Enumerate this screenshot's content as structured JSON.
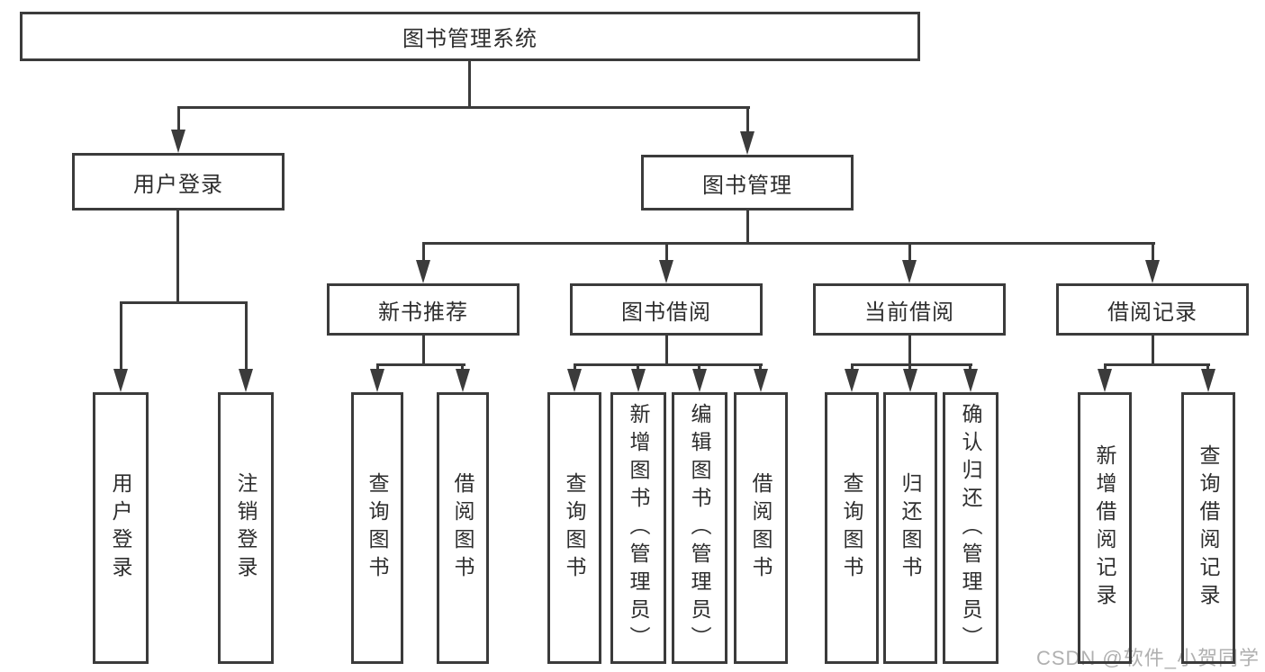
{
  "colors": {
    "line": "#3b3b3b",
    "text": "#2e2e2e",
    "watermark": "#b0b0b0",
    "bg": "#ffffff"
  },
  "watermark": {
    "text": "CSDN @软件_小贺同学"
  },
  "tree": {
    "root": {
      "label": "图书管理系统"
    },
    "user_login": {
      "label": "用户登录",
      "children": [
        {
          "label": "用户登录"
        },
        {
          "label": "注销登录"
        }
      ]
    },
    "book_management": {
      "label": "图书管理",
      "groups": [
        {
          "label": "新书推荐",
          "children": [
            {
              "label": "查询图书"
            },
            {
              "label": "借阅图书"
            }
          ]
        },
        {
          "label": "图书借阅",
          "children": [
            {
              "label": "查询图书"
            },
            {
              "label": "新增图书（管理员）"
            },
            {
              "label": "编辑图书（管理员）"
            },
            {
              "label": "借阅图书"
            }
          ]
        },
        {
          "label": "当前借阅",
          "children": [
            {
              "label": "查询图书"
            },
            {
              "label": "归还图书"
            },
            {
              "label": "确认归还（管理员）"
            }
          ]
        },
        {
          "label": "借阅记录",
          "children": [
            {
              "label": "新增借阅记录"
            },
            {
              "label": "查询借阅记录"
            }
          ]
        }
      ]
    }
  }
}
